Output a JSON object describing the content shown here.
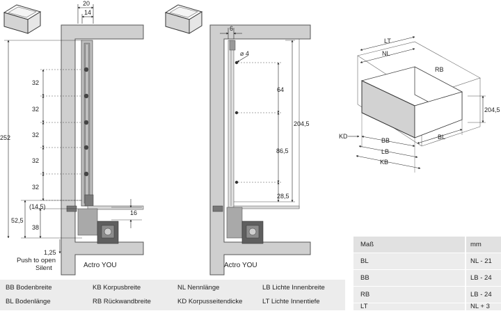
{
  "diagram": {
    "left_view": {
      "top_dims": [
        "20",
        "14"
      ],
      "pitch_dims": [
        "32",
        "32",
        "32",
        "32",
        "32"
      ],
      "height_dim": "252",
      "side_dims": [
        "(14,5)",
        "52,5",
        "38",
        "1,25"
      ],
      "inner_dim": "16",
      "push_label": [
        "Push to open",
        "Silent"
      ],
      "caption": "Actro YOU"
    },
    "middle_view": {
      "top_dim": "6",
      "hole_dim": "⌀ 4",
      "vertical_dims": [
        "64",
        "86,5",
        "28,5",
        "204,5"
      ],
      "caption": "Actro YOU"
    },
    "iso_view": {
      "labels": {
        "lt": "LT",
        "nl": "NL",
        "rb": "RB",
        "height": "204,5",
        "kd": "KD",
        "bb": "BB",
        "lb": "LB",
        "kb": "KB",
        "bl": "BL"
      }
    },
    "colors": {
      "wall": "#cfcfcf",
      "outline": "#555555",
      "rail": "#bfbfbf"
    }
  },
  "legend": [
    [
      "BB Bodenbreite",
      "KB Korpusbreite",
      "NL Nennlänge",
      "LB Lichte Innenbreite"
    ],
    [
      "BL Bodenlänge",
      "RB Rückwandbreite",
      "KD Korpusseitendicke",
      "LT Lichte Innentiefe"
    ]
  ],
  "table": {
    "header": [
      "Maß",
      "mm"
    ],
    "rows": [
      [
        "BL",
        "NL - 21"
      ],
      [
        "BB",
        "LB - 24"
      ],
      [
        "RB",
        "LB - 24"
      ],
      [
        "LT",
        "NL + 3"
      ]
    ],
    "colors": {
      "header_bg": "#e1e1e1",
      "row_bg": "#ececec"
    }
  },
  "icons": [
    "drawer-icon",
    "drawer-icon"
  ]
}
